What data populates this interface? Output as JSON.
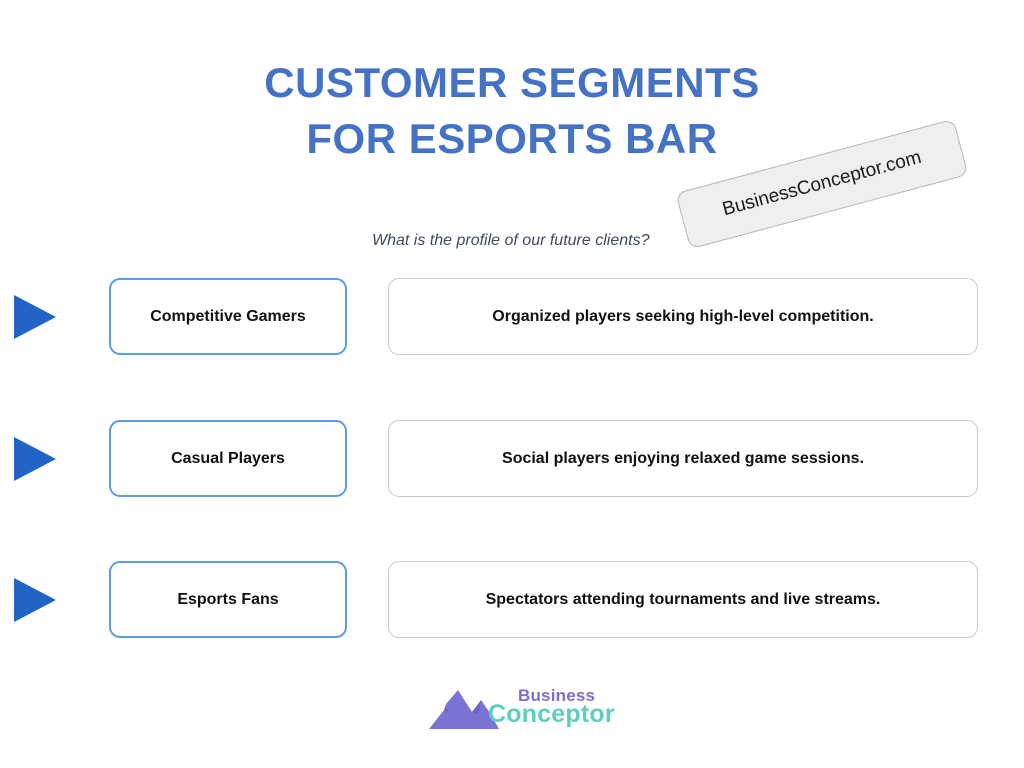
{
  "slide": {
    "title_line1": "CUSTOMER SEGMENTS",
    "title_line2": "FOR ESPORTS BAR",
    "subtitle": "What is the profile of our future clients?",
    "title_color": "#4472C4"
  },
  "watermark": {
    "text": "BusinessConceptor.com",
    "background": "#efefef",
    "border_color": "#b8b8b8"
  },
  "segments": [
    {
      "label": "Competitive Gamers",
      "description": "Organized players seeking high-level competition.",
      "arrow_icon": "play-triangle-icon"
    },
    {
      "label": "Casual Players",
      "description": "Social players enjoying relaxed game sessions.",
      "arrow_icon": "play-triangle-icon"
    },
    {
      "label": "Esports Fans",
      "description": "Spectators attending tournaments and live streams.",
      "arrow_icon": "play-triangle-icon"
    }
  ],
  "theme": {
    "arrow_color": "#2264C4",
    "label_border_color": "#5B9BE8",
    "desc_border_color": "#c9c9c9",
    "subtitle_color": "#404a58"
  },
  "logo": {
    "word_top": "Business",
    "word_bottom": "Conceptor",
    "mark_icon": "mountain-icon",
    "word_top_color": "#7B6FD0",
    "word_bottom_color": "#5DCFC0",
    "mark_color": "#7B73D4"
  }
}
